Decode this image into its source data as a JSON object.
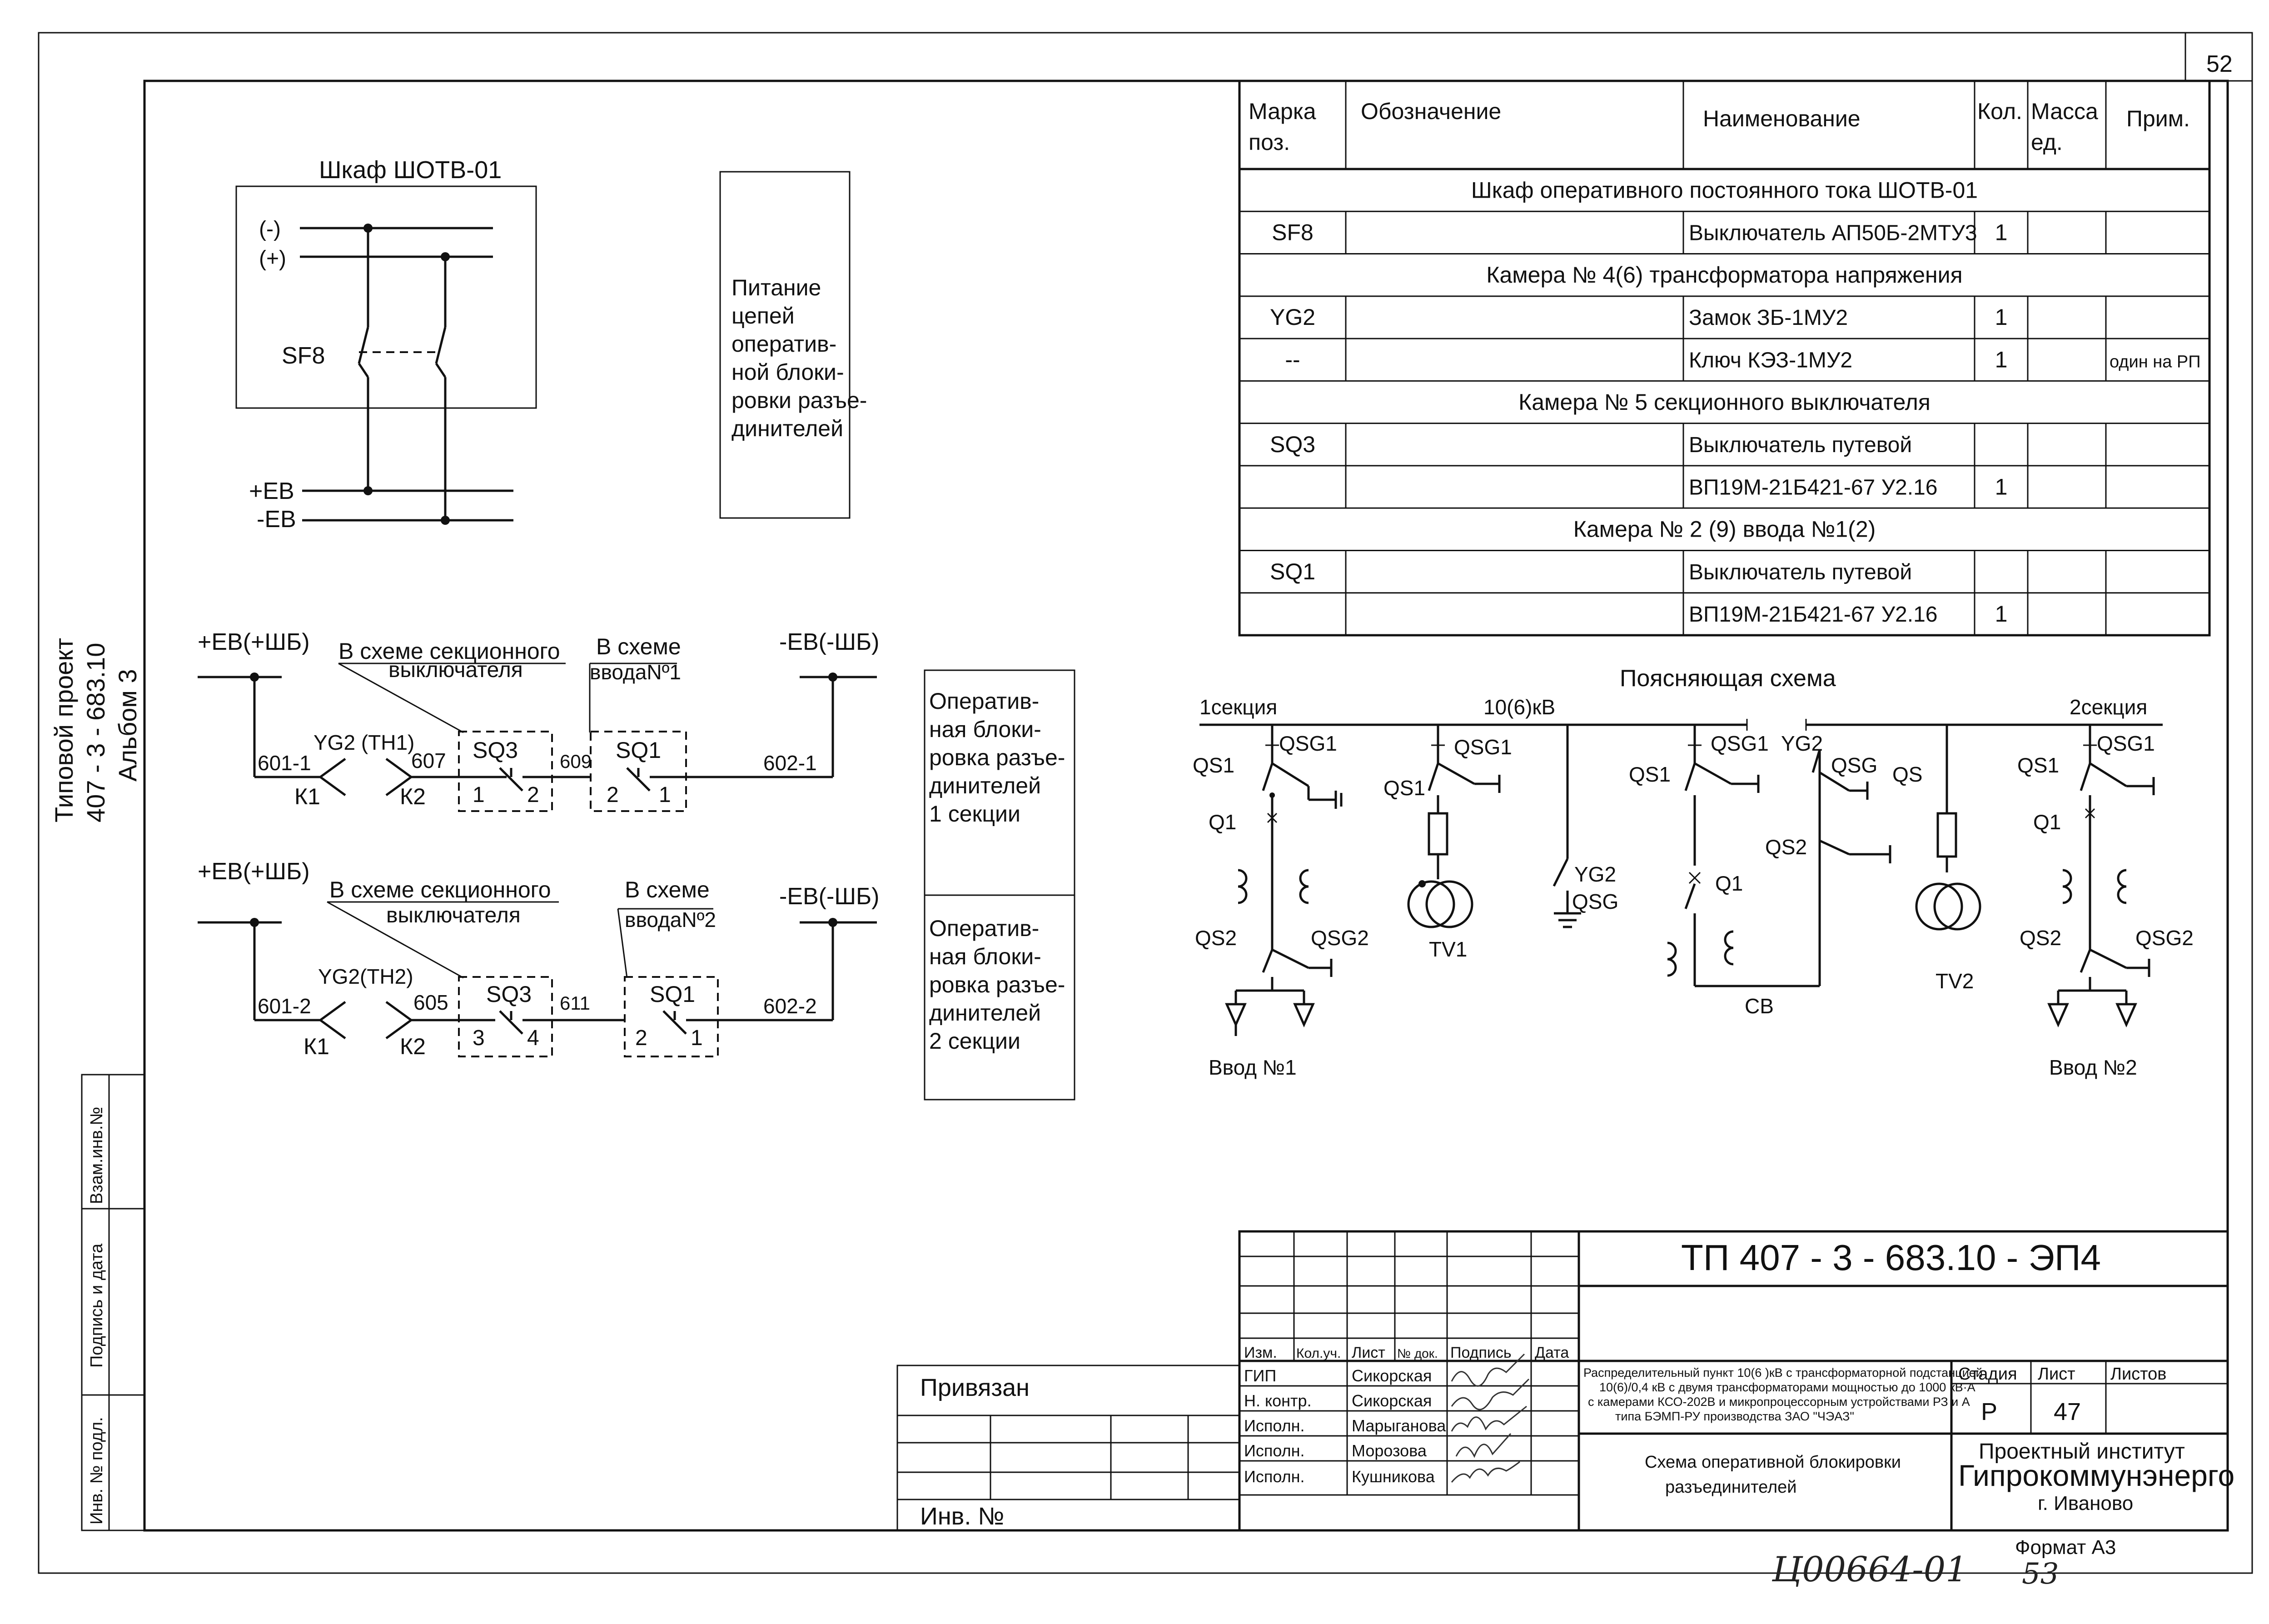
{
  "page_number": "52",
  "page_number_bottom": "53",
  "side_title": {
    "line1": "Типовой проект",
    "line2": "407 - 3 - 683.10",
    "line3": "Альбом 3"
  },
  "left_stamp": {
    "vzam": "Взам.инв.№",
    "podpis": "Подпись и дата",
    "inv": "Инв. № подл."
  },
  "cabinet": {
    "title": "Шкаф ШОТВ-01",
    "minus": "(-)",
    "plus": "(+)",
    "breaker": "SF8",
    "plus_eb": "+ЕВ",
    "minus_eb": "-ЕВ",
    "note": [
      "Питание",
      "цепей",
      "оператив-",
      "ной блоки-",
      "ровки разъе-",
      "динителей"
    ]
  },
  "circuit1": {
    "left_bus": "+ЕВ(+ШБ)",
    "right_bus": "-ЕВ(-ШБ)",
    "note_a_1": "В схеме секционного",
    "note_a_2": "выключателя",
    "note_b_1": "В схеме",
    "note_b_2": "вводаNº1",
    "yg": "YG2 (ТН1)",
    "k1": "К1",
    "k2": "К2",
    "w601": "601-1",
    "w607": "607",
    "w609": "609",
    "w602": "602-1",
    "sq3": "SQ3",
    "sq1": "SQ1",
    "c1": "1",
    "c2": "2",
    "c3": "2",
    "c4": "1",
    "note": [
      "Оператив-",
      "ная блоки-",
      "ровка разъе-",
      "динителей",
      "1 секции"
    ]
  },
  "circuit2": {
    "left_bus": "+ЕВ(+ШБ)",
    "right_bus": "-ЕВ(-ШБ)",
    "note_a_1": "В схеме секционного",
    "note_a_2": "выключателя",
    "note_b_1": "В схеме",
    "note_b_2": "вводаNº2",
    "yg": "YG2(ТН2)",
    "k1": "К1",
    "k2": "К2",
    "w601": "601-2",
    "w605": "605",
    "w611": "611",
    "w602": "602-2",
    "sq3": "SQ3",
    "sq1": "SQ1",
    "c1": "3",
    "c2": "4",
    "c3": "2",
    "c4": "1",
    "note": [
      "Оператив-",
      "ная блоки-",
      "ровка разъе-",
      "динителей",
      "2 секции"
    ]
  },
  "spec_table": {
    "headers": [
      "Марка",
      "поз.",
      "Обозначение",
      "Наименование",
      "Кол.",
      "Масса",
      "ед.",
      "Прим."
    ],
    "rows": [
      {
        "type": "section",
        "text": "Шкаф оперативного постоянного тока ШОТВ-01"
      },
      {
        "type": "row",
        "pos": "SF8",
        "name": "Выключатель АП50Б-2МТУ3",
        "qty": "1",
        "note": ""
      },
      {
        "type": "section",
        "text": "Камера  № 4(6) трансформатора напряжения"
      },
      {
        "type": "row",
        "pos": "YG2",
        "name": "Замок ЗБ-1МУ2",
        "qty": "1",
        "note": ""
      },
      {
        "type": "row",
        "pos": "--",
        "name": "Ключ КЭЗ-1МУ2",
        "qty": "1",
        "note": "один на РП"
      },
      {
        "type": "section",
        "text": "Камера № 5 секционного выключателя"
      },
      {
        "type": "row",
        "pos": "SQ3",
        "name": "Выключатель путевой",
        "qty": "",
        "note": ""
      },
      {
        "type": "row",
        "pos": "",
        "name": "ВП19М-21Б421-67 У2.16",
        "qty": "1",
        "note": ""
      },
      {
        "type": "section",
        "text": "Камера № 2 (9) ввода №1(2)"
      },
      {
        "type": "row",
        "pos": "SQ1",
        "name": "Выключатель путевой",
        "qty": "",
        "note": ""
      },
      {
        "type": "row",
        "pos": "",
        "name": "ВП19М-21Б421-67 У2.16",
        "qty": "1",
        "note": ""
      }
    ]
  },
  "single_line": {
    "title": "Поясняющая схема",
    "sec1": "1секция",
    "voltage": "10(6)кВ",
    "sec2": "2секция",
    "labels": {
      "qs1_a": "QS1",
      "qsg1_a": "QSG1",
      "q1_a": "Q1",
      "qs2_a": "QS2",
      "qsg2_a": "QSG2",
      "input1": "Ввод №1",
      "qsg1_b": "QSG1",
      "qs1_b": "QS1",
      "tv1": "TV1",
      "yg2": "YG2",
      "qsg": "QSG",
      "qs1_c": "QS1",
      "qsg1_c": "QSG1",
      "q1_c": "Q1",
      "cb": "СВ",
      "yg2_d": "YG2",
      "qsg_d": "QSG",
      "qs2_d": "QS2",
      "qs_e": "QS",
      "tv2": "TV2",
      "qs1_f": "QS1",
      "qsg1_f": "QSG1",
      "q1_f": "Q1",
      "qs2_f": "QS2",
      "qsg2_f": "QSG2",
      "input2": "Ввод №2"
    }
  },
  "title_block": {
    "code": "ТП  407 - 3 - 683.10 - ЭП4",
    "privyazan": "Привязан",
    "inv_no": "Инв. №",
    "col_heads": [
      "Изм.",
      "Кол.уч.",
      "Лист",
      "№ док.",
      "Подпись",
      "Дата"
    ],
    "staff": [
      {
        "role": "ГИП",
        "name": "Сикорская"
      },
      {
        "role": "Н. контр.",
        "name": "Сикорская"
      },
      {
        "role": "Исполн.",
        "name": "Марыганова"
      },
      {
        "role": "Исполн.",
        "name": "Морозова"
      },
      {
        "role": "Исполн.",
        "name": "Кушникова"
      }
    ],
    "description": [
      "Распределительный пункт 10(6 )кВ с трансформаторной подстанцией",
      "10(6)/0,4 кВ с двумя трансформаторами мощностью до 1000 кВ·А",
      "с камерами КСО-202В и микропроцессорным устройствами РЗ и А",
      "типа БЭМП-РУ  производства ЗАО \"ЧЭАЗ\""
    ],
    "sheet_title": [
      "Схема оперативной блокировки",
      "разъединителей"
    ],
    "stage_head": "Стадия",
    "sheet_head": "Лист",
    "sheets_head": "Листов",
    "stage": "Р",
    "sheet": "47",
    "org1": "Проектный институт",
    "org2": "Гипрокоммунэнерго",
    "org3": "г. Иваново",
    "format": "Формат А3",
    "handwritten": "Ц00664-01"
  }
}
